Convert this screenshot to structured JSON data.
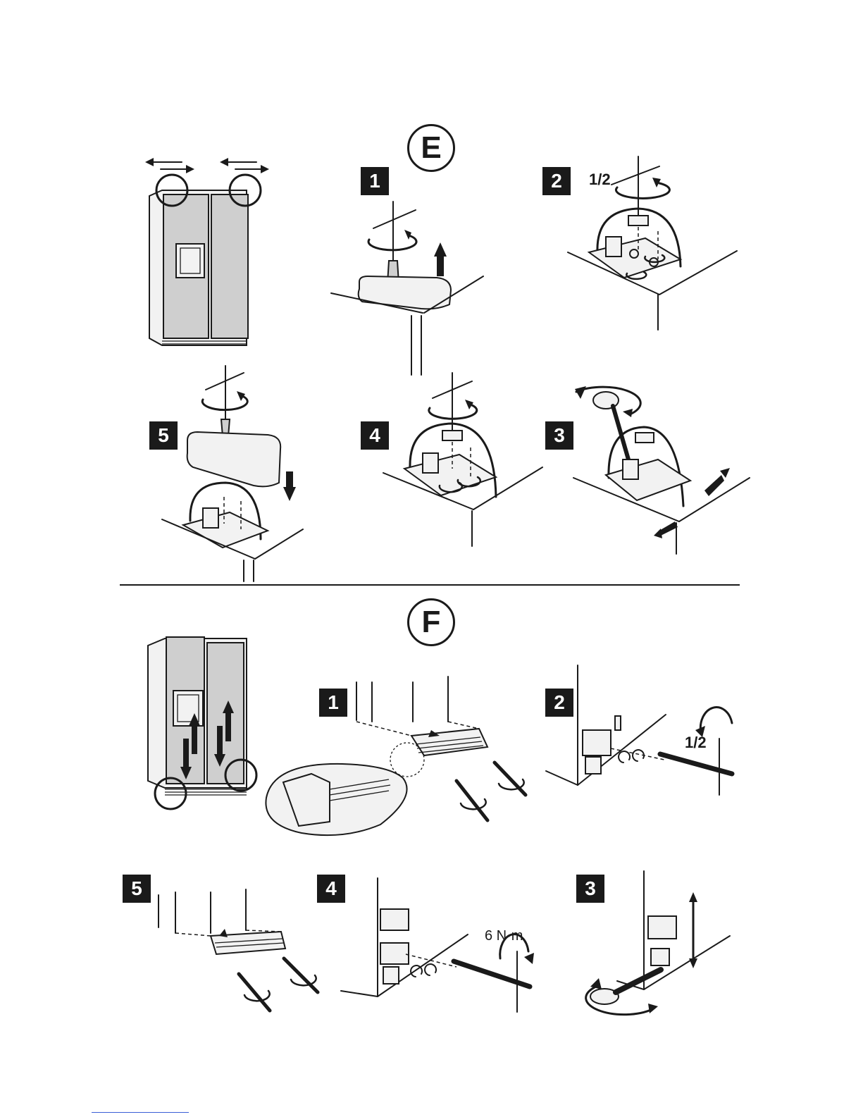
{
  "sections": {
    "e": {
      "label": "E"
    },
    "f": {
      "label": "F"
    }
  },
  "steps": {
    "e1": "1",
    "e2": "2",
    "e3": "3",
    "e4": "4",
    "e5": "5",
    "f1": "1",
    "f2": "2",
    "f3": "3",
    "f4": "4",
    "f5": "5"
  },
  "annotations": {
    "e2_turn": "1/2",
    "f2_turn": "1/2",
    "f4_torque": "6 N·m"
  },
  "colors": {
    "ink": "#1a1a1a",
    "appliance_grey": "#cfcfcf",
    "footer_link": "#3b5fd6"
  },
  "icons": [
    "rotation-arrow-icon",
    "straight-arrow-icon",
    "hex-key-icon",
    "screwdriver-icon",
    "wrench-icon"
  ]
}
